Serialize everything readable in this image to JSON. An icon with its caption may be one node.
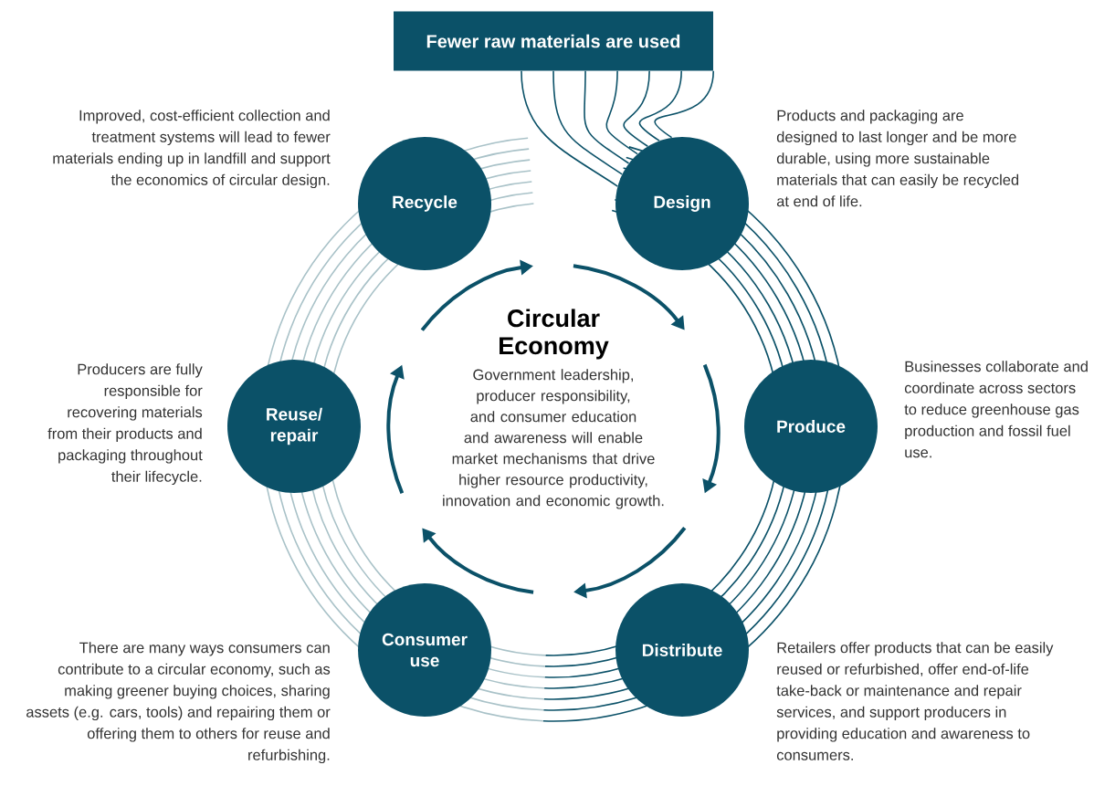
{
  "diagram": {
    "nodes": [
      {
        "text": [
          "Fewer raw materials are used"
        ]
      },
      {
        "text": [
          "Recycle"
        ],
        "beside": [
          "Improved, cost-efficient collection and treatment systems will lead to fewer materials ending up in landfill and support the economics of circular design."
        ]
      },
      {
        "text": [
          "Design"
        ],
        "beside": [
          "Products and packaging are designed to last longer and be more durable, using more sustainable materials that can easily be recycled at end of life."
        ]
      },
      {
        "text": [
          "Produce"
        ],
        "beside": [
          "Businesses collaborate and coordinate across sectors to reduce greenhouse gas production and fossil fuel use."
        ]
      },
      {
        "text": [
          "Distribute"
        ],
        "beside": [
          "Retailers offer products that can be easily reused or refurbished, offer end-of-life take-back or maintenance and repair services, and support producers in providing education and awareness to consumers."
        ]
      },
      {
        "text": [
          "Consumer use"
        ],
        "beside": [
          "There are many ways consumers can contribute to a circular economy, such as making greener buying choices, sharing assets (e.g. cars, tools) and repairing them or offering them to others for reuse and refurbishing."
        ]
      },
      {
        "text": [
          "Reuse/ repair"
        ],
        "beside": [
          "Producers are fully responsible for recovering materials from their products and packaging throughout their lifecycle."
        ]
      }
    ],
    "edges": [
      {
        "from": 0,
        "to": 2,
        "arrow": "none"
      }
    ],
    "labels": [
      "Circular Economy",
      "Government leadership, producer responsibility, and consumer education and awareness will enable market mechanisms that drive higher resource productivity, innovation and economic growth."
    ]
  }
}
